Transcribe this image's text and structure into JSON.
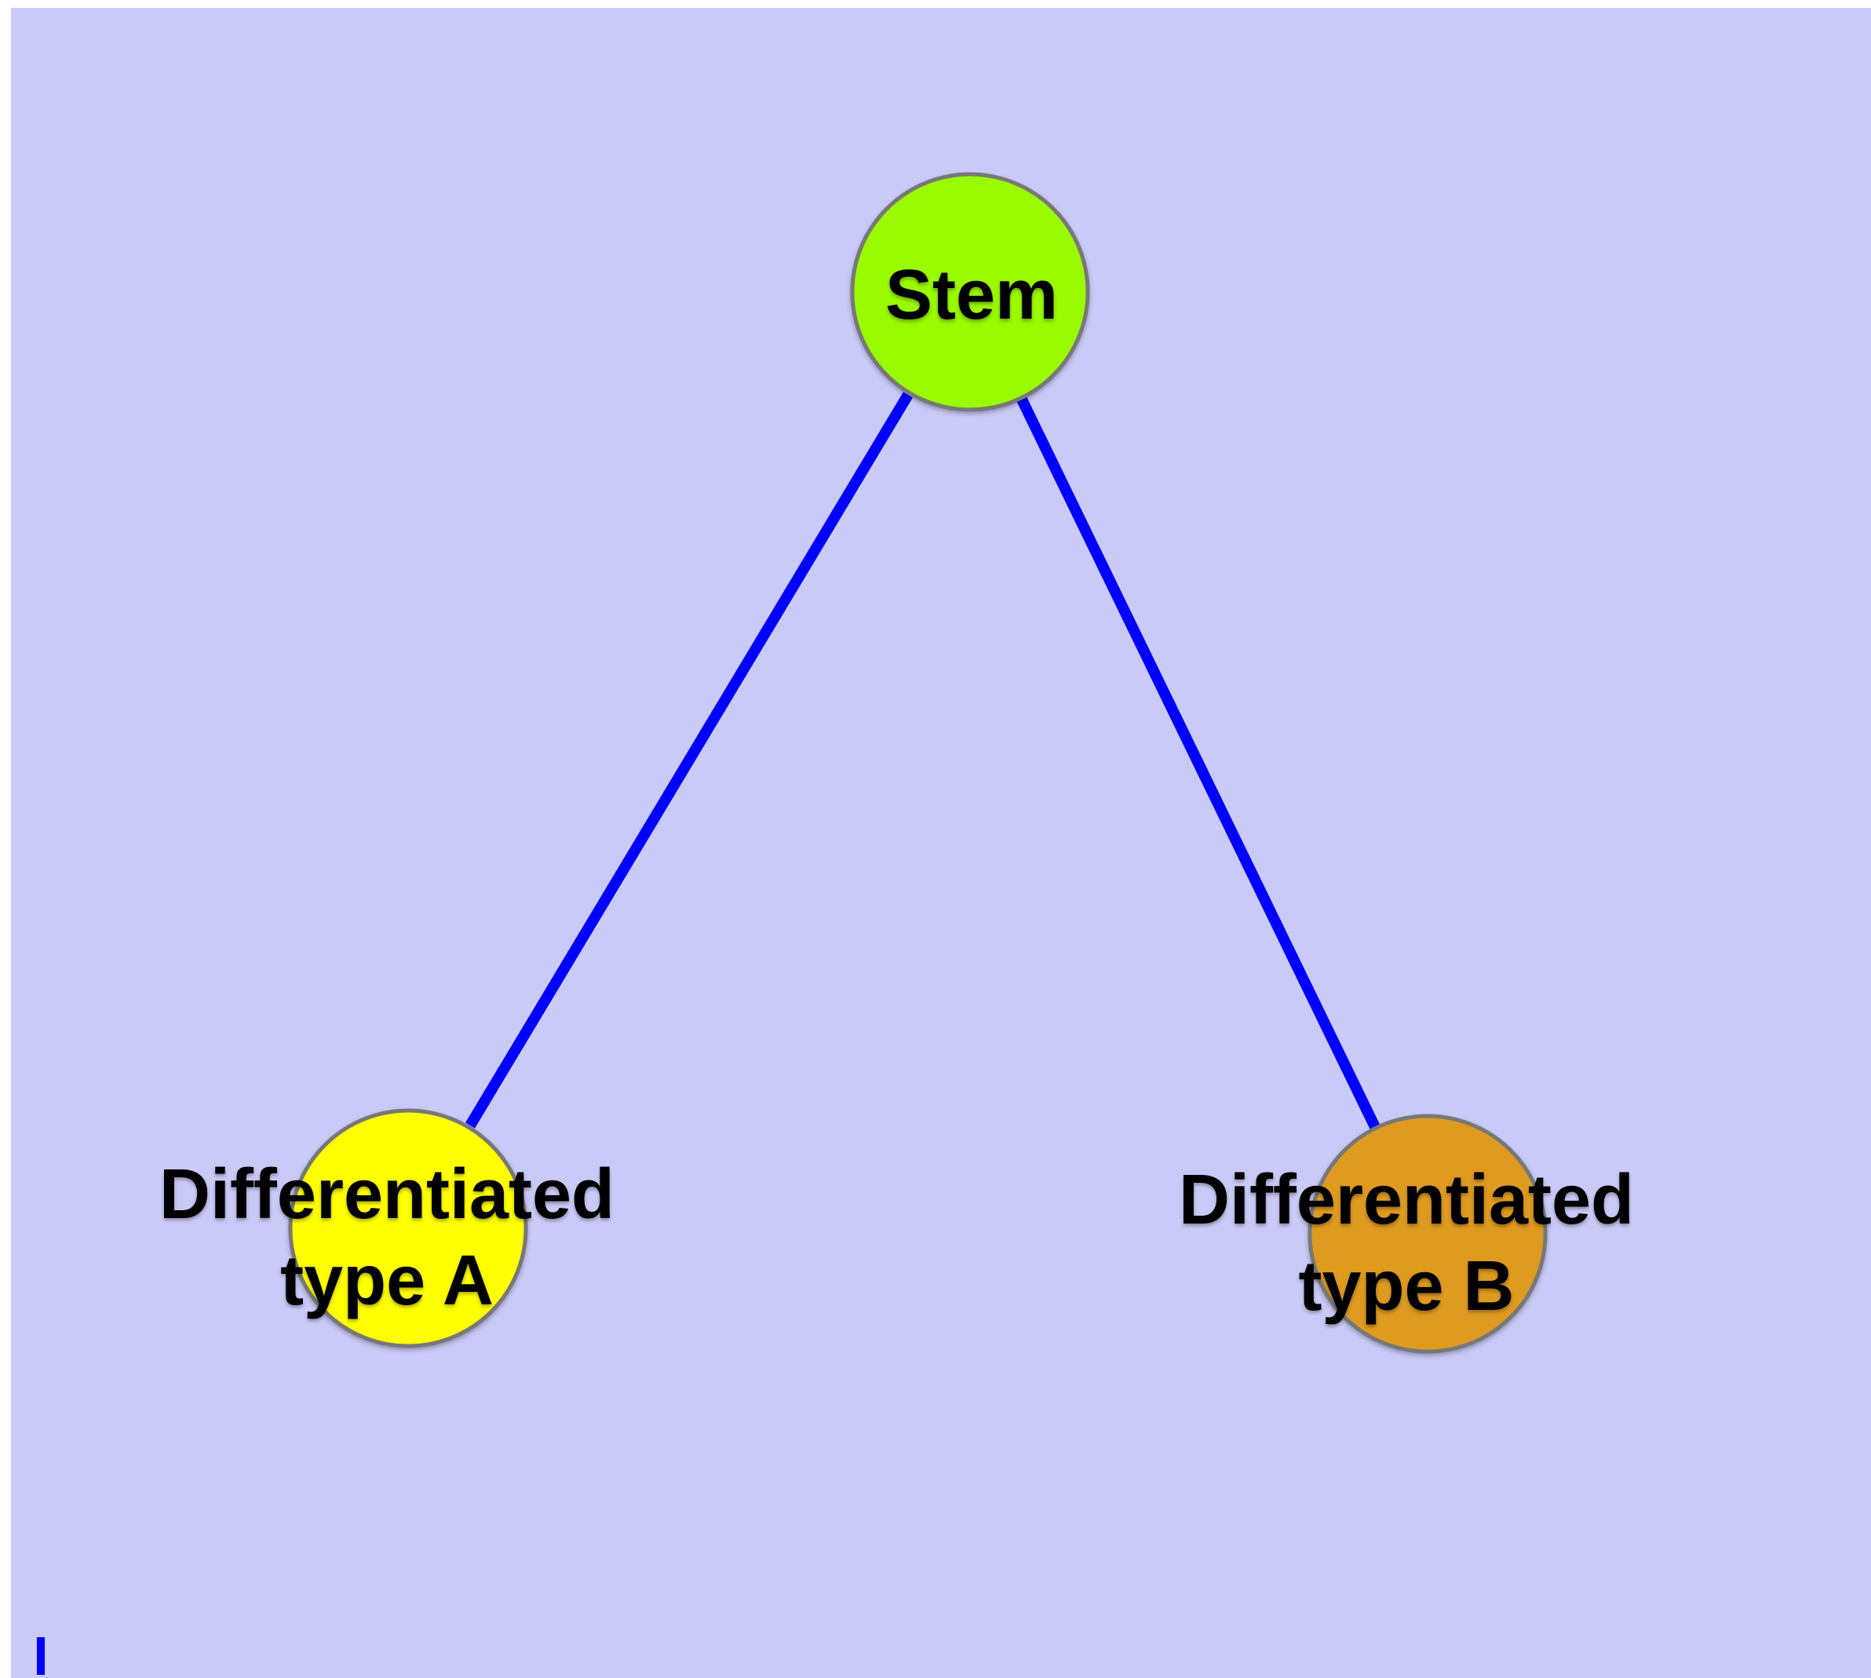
{
  "diagram": {
    "background_color": "#CACAF8",
    "canvas_color": "#FFFFFF",
    "edge_color": "#0000FF",
    "node_border_color": "#787878",
    "text_color": "#000000",
    "nodes": {
      "stem": {
        "label": "Stem",
        "fill": "#9AFA00"
      },
      "type_a": {
        "label_line1": "Differentiated",
        "label_line2": "type A",
        "fill": "#FFFF00"
      },
      "type_b": {
        "label_line1": "Differentiated",
        "label_line2": "type B",
        "fill": "#DF9B20"
      }
    },
    "edges": [
      {
        "from": "Stem",
        "to": "Differentiated type A"
      },
      {
        "from": "Stem",
        "to": "Differentiated type B"
      }
    ]
  }
}
